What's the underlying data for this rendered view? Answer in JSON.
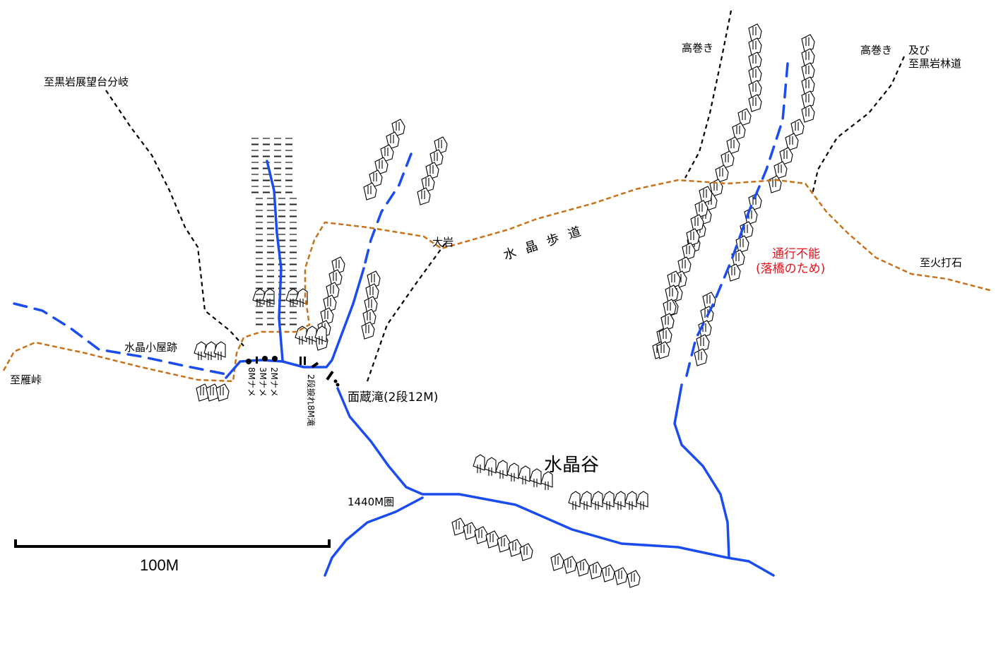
{
  "map_labels": {
    "valley_name": "水晶谷",
    "trail_name": "水晶歩道",
    "waterfall": "面蔵滝(2段12M)",
    "closed_line1": "通行不能",
    "closed_line2": "(落橋のため)",
    "to_kuroiwa_viewpoint": "至黒岩展望台分岐",
    "hut_ruins": "水晶小屋跡",
    "to_gan_pass": "至雁峠",
    "big_rock": "大岩",
    "high_bypass_left": "高巻き",
    "high_bypass_right": "高巻き",
    "and_line1": "及び",
    "and_line2": "至黒岩林道",
    "to_hiuchiishi": "至火打石",
    "elevation_circle": "1440M圏",
    "falls_2m": "2Mナメ",
    "falls_3m": "3Mナメ",
    "falls_8m": "8Mナメ",
    "falls_2step": "2段捩れ8M滝",
    "scale_label": "100M"
  },
  "colors": {
    "river": "#1a4cf0",
    "trail": "#c8731a",
    "path": "#000000",
    "warning": "#e8101a"
  },
  "icons": {
    "cliff": "cliff-hatch-icon",
    "waterfall": "waterfall-bar-icon",
    "rapids": "rapids-dot-icon"
  }
}
